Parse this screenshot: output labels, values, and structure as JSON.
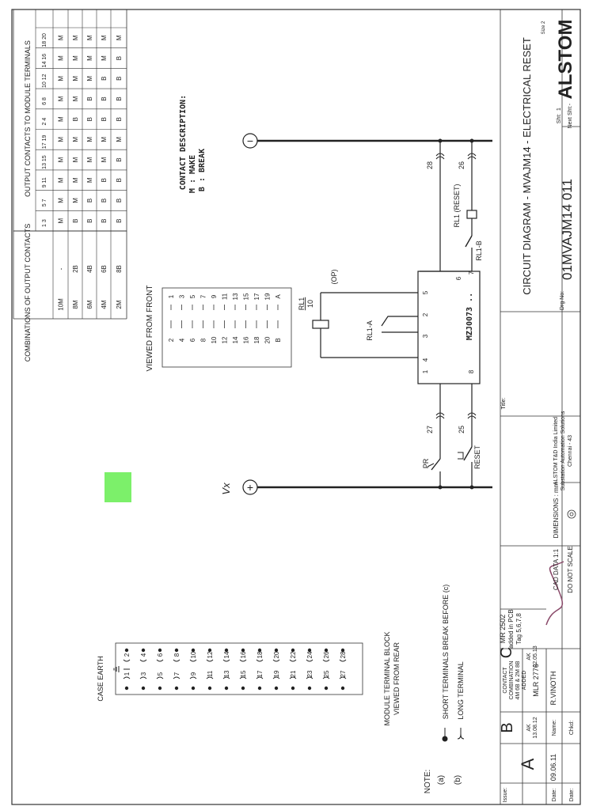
{
  "table": {
    "header_left": "COMBINATIONS OF OUTPUT CONTACTS",
    "header_right": "OUTPUT CONTACTS TO MODULE TERMINALS",
    "terminal_pairs": [
      "1 3",
      "5 7",
      "9 11",
      "13 15",
      "17 19",
      "2 4",
      "6 8",
      "10 12",
      "14 16",
      "18 20"
    ],
    "rows": [
      {
        "combo": "10M",
        "label": "-",
        "cells": [
          "M",
          "M",
          "M",
          "M",
          "M",
          "M",
          "M",
          "M",
          "M",
          "M"
        ]
      },
      {
        "combo": "8M",
        "label": "2B",
        "cells": [
          "B",
          "M",
          "M",
          "M",
          "M",
          "B",
          "M",
          "M",
          "M",
          "M"
        ]
      },
      {
        "combo": "6M",
        "label": "4B",
        "cells": [
          "B",
          "B",
          "M",
          "M",
          "M",
          "B",
          "B",
          "M",
          "M",
          "M"
        ]
      },
      {
        "combo": "4M",
        "label": "6B",
        "cells": [
          "B",
          "B",
          "B",
          "M",
          "M",
          "B",
          "B",
          "B",
          "M",
          "M"
        ]
      },
      {
        "combo": "2M",
        "label": "8B",
        "cells": [
          "B",
          "B",
          "B",
          "B",
          "M",
          "B",
          "B",
          "B",
          "B",
          "M"
        ]
      }
    ]
  },
  "front_view": {
    "title": "VIEWED FROM FRONT",
    "left": [
      "2",
      "4",
      "6",
      "8",
      "10",
      "12",
      "14",
      "16",
      "18",
      "20",
      "B"
    ],
    "right": [
      "1",
      "3",
      "5",
      "7",
      "9",
      "11",
      "13",
      "15",
      "17",
      "19",
      "A"
    ]
  },
  "contact_description": {
    "title": "CONTACT DESCRIPTION:",
    "make": "M : MAKE",
    "break": "B : BREAK"
  },
  "circuit": {
    "minus": "−",
    "plus": "+",
    "vx": "Vx",
    "t28": "28",
    "t26": "26",
    "t27": "27",
    "t25": "25",
    "rl1_reset": "RL1 (RESET)",
    "rl1b": "RL1-B",
    "rl1_coil": "RL1",
    "rl1_ten": "10",
    "op": "(OP)",
    "rl1a": "RL1-A",
    "ic": "MZJ0073 ..",
    "pins": [
      "1",
      "2",
      "3",
      "4",
      "5",
      "6",
      "7",
      "8"
    ],
    "pr": "PR",
    "reset": "RESET"
  },
  "module_block": {
    "case_earth": "CASE EARTH",
    "title_line1": "MODULE TERMINAL BLOCK",
    "title_line2": "VIEWED FROM REAR",
    "left": [
      "1",
      "3",
      "5",
      "7",
      "9",
      "11",
      "13",
      "15",
      "17",
      "19",
      "21",
      "23",
      "25",
      "27"
    ],
    "right": [
      "2",
      "4",
      "6",
      "8",
      "10",
      "12",
      "14",
      "16",
      "18",
      "20",
      "22",
      "24",
      "26",
      "28"
    ]
  },
  "notes": {
    "title": "NOTE:",
    "a_key": "(a)",
    "a": "SHORT TERMINALS BREAK BEFORE (c)",
    "b_key": "(b)",
    "b": "LONG TERMINAL"
  },
  "title_block": {
    "issue_label": "Issue:",
    "date_label": "Date:",
    "name_label": "Name:",
    "chkd_label": "Chkd:",
    "rev_a": "A",
    "rev_a_date": "09.06.11",
    "rev_b": "B",
    "rev_b_by": "AK",
    "rev_b_date": "13.08.12",
    "rev_b_name": "R.VINOTH",
    "rev_b_note1": "CONTACT",
    "rev_b_note2": "COMBINATION",
    "rev_b_note3": "4M 6B & 2M 8B",
    "rev_b_note4": "ADDED",
    "rev_b_mr": "MLR 2776",
    "rev_c": "C",
    "rev_c_by": "AK",
    "rev_c_date": "02.05.13",
    "rev_c_note1": "Tag 5,6,7,8",
    "rev_c_note2": "added in PCB",
    "rev_c_mr": "MR 2502",
    "cad": "CAD DATA 1:1",
    "dims": "DIMENSIONS : mm",
    "dns": "DO NOT SCALE",
    "company1": "ALSTOM T&D India Limited",
    "company2": "Substation Automation Solutions",
    "company3": "Chennai - 43",
    "title_label": "Title:",
    "title": "CIRCUIT DIAGRAM - MVAJM14 - ELECTRICAL RESET",
    "dwg_label": "Drg No:",
    "dwg_no": "01MVAJM14 011",
    "sht_label": "Sht:",
    "sht": "1",
    "next_label": "Next Sht:",
    "next": "-",
    "size": "Size 2",
    "logo": "ALSTOM"
  },
  "colors": {
    "sticky_note": "#7cf06a",
    "ink": "#222222",
    "signature": "#8a4a6a"
  }
}
